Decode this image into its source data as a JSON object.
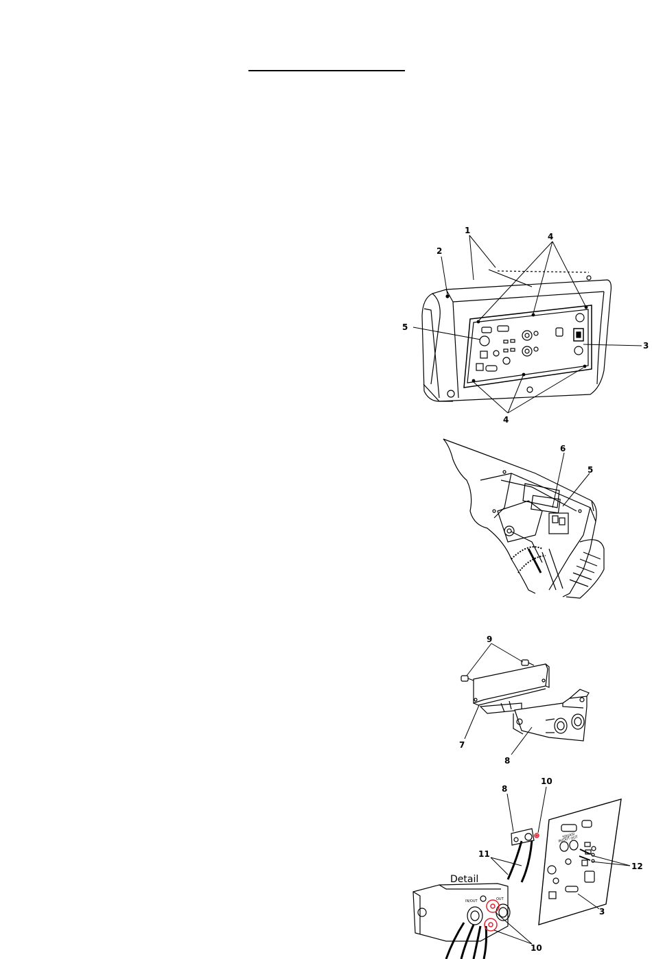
{
  "figure_a": {
    "callouts": [
      "1",
      "2",
      "4",
      "5",
      "3",
      "4"
    ]
  },
  "figure_b": {
    "callouts": [
      "6",
      "5"
    ]
  },
  "figure_c": {
    "callouts": [
      "9",
      "7",
      "8"
    ]
  },
  "figure_d": {
    "callouts": [
      "8",
      "10",
      "11",
      "12",
      "3",
      "10"
    ],
    "detail_label": "Detail",
    "panel_text": [
      "SDI/ASI",
      "IN/OUT",
      "OUT",
      "IN/OUT",
      "OUT"
    ]
  },
  "colors": {
    "line": "#000000",
    "highlight": "#e0202a"
  }
}
